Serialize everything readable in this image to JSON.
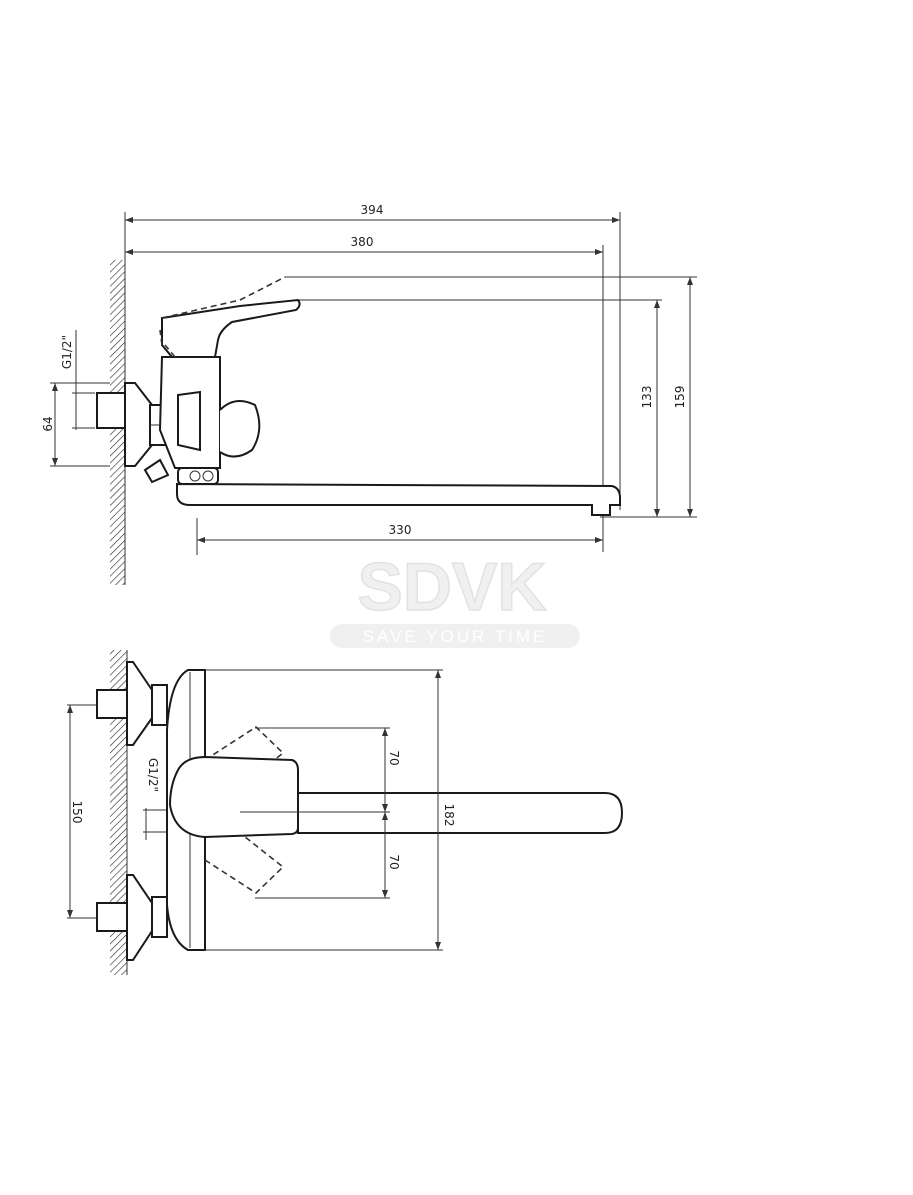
{
  "watermark": {
    "brand": "SDVK",
    "slogan": "SAVE YOUR TIME"
  },
  "side_view": {
    "dims": {
      "overall_length": "394",
      "spout_reach_total": "380",
      "spout_reach": "330",
      "height_max": "159",
      "height": "133",
      "inlet_spacing": "64",
      "thread": "G1/2\""
    }
  },
  "top_view": {
    "dims": {
      "inlet_centers": "150",
      "thread": "G1/2\"",
      "lever_swing_up": "70",
      "lever_swing_down": "70",
      "body_width": "182"
    }
  },
  "colors": {
    "line": "#1a1a1a",
    "watermark": "#e2e2e2"
  }
}
